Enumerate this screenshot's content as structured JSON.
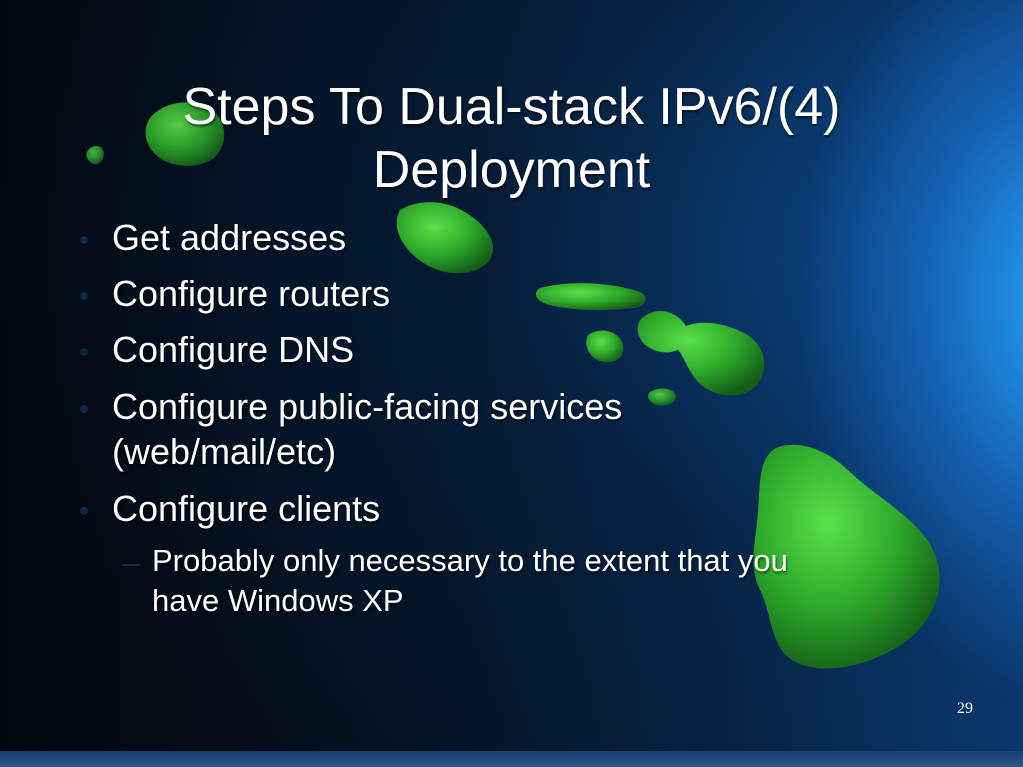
{
  "slide": {
    "title_lines": [
      "Steps To Dual-stack IPv6/(4)",
      "Deployment"
    ],
    "bullets": [
      "Get addresses",
      "Configure routers",
      "Configure DNS",
      "Configure public-facing services",
      "(web/mail/etc)",
      "Configure clients"
    ],
    "sub_bullets": [
      "Probably only necessary to the extent that you",
      "have Windows XP"
    ],
    "slide_number": "29"
  },
  "colors": {
    "text": "#ffffff",
    "background_dark": "#02070f",
    "background_glow": "#28aaff",
    "island_green": "#2fbf2a"
  }
}
